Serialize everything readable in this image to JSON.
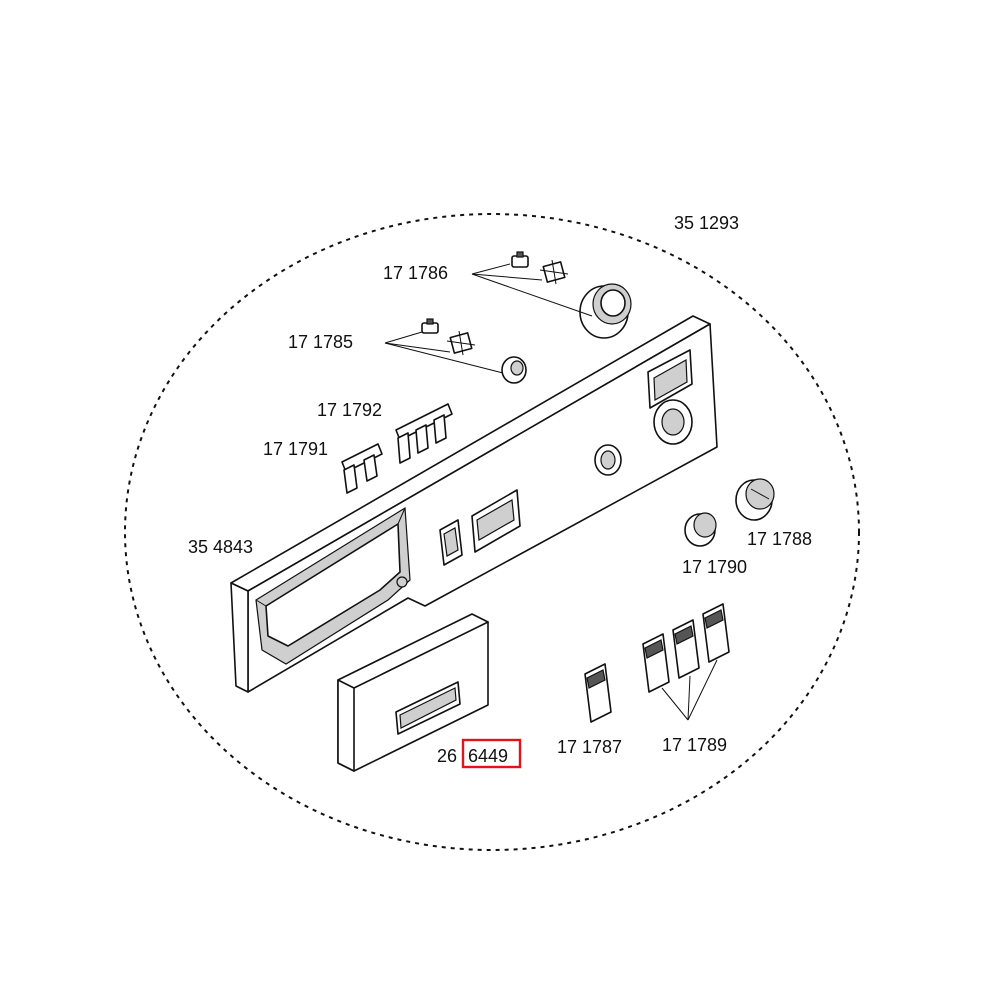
{
  "assembly": {
    "code": "35 1293"
  },
  "parts": [
    {
      "id": "part-17-1786",
      "code": "17 1786"
    },
    {
      "id": "part-17-1785",
      "code": "17 1785"
    },
    {
      "id": "part-17-1792",
      "code": "17 1792"
    },
    {
      "id": "part-17-1791",
      "code": "17 1791"
    },
    {
      "id": "part-35-4843",
      "code": "35 4843"
    },
    {
      "id": "part-17-1788",
      "code": "17 1788"
    },
    {
      "id": "part-17-1790",
      "code": "17 1790"
    },
    {
      "id": "part-26-6449",
      "code_prefix": "26",
      "code_suffix": "6449"
    },
    {
      "id": "part-17-1787",
      "code": "17 1787"
    },
    {
      "id": "part-17-1789",
      "code": "17 1789"
    }
  ],
  "highlight": {
    "color": "#e0141c"
  }
}
